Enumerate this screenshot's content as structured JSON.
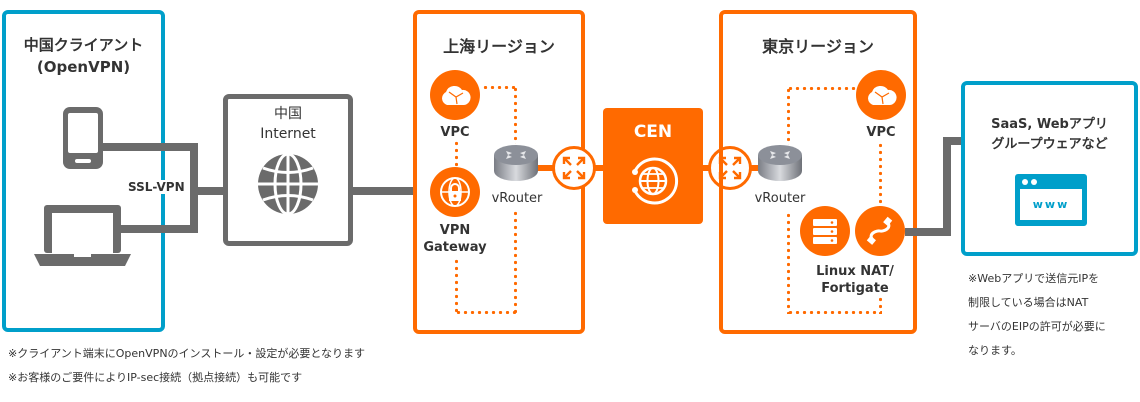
{
  "client_box": {
    "title": "中国クライアント\n(OpenVPN)",
    "connection_label": "SSL-VPN"
  },
  "internet_box": {
    "title": "中国\nInternet"
  },
  "shanghai": {
    "title": "上海リージョン",
    "vpc_label": "VPC",
    "vpn_gateway_label": "VPN\nGateway",
    "router_label": "vRouter"
  },
  "cen": {
    "label": "CEN"
  },
  "tokyo": {
    "title": "東京リージョン",
    "vpc_label": "VPC",
    "router_label": "vRouter",
    "nat_label": "Linux NAT/\nFortigate"
  },
  "saas_box": {
    "title": "SaaS, Webアプリ\nグループウェアなど",
    "browser_text": "www"
  },
  "notes": {
    "right": "※Webアプリで送信元IPを\n制限している場合はNAT\nサーバのEIPの許可が必要に\nなります。",
    "bottom_1": "※クライアント端末にOpenVPNのインストール・設定が必要となります",
    "bottom_2": "※お客様のご要件によりIP-sec接続（拠点接続）も可能です"
  },
  "colors": {
    "orange": "#ff6a00",
    "blue": "#009fca",
    "gray": "#6b6b6b"
  }
}
